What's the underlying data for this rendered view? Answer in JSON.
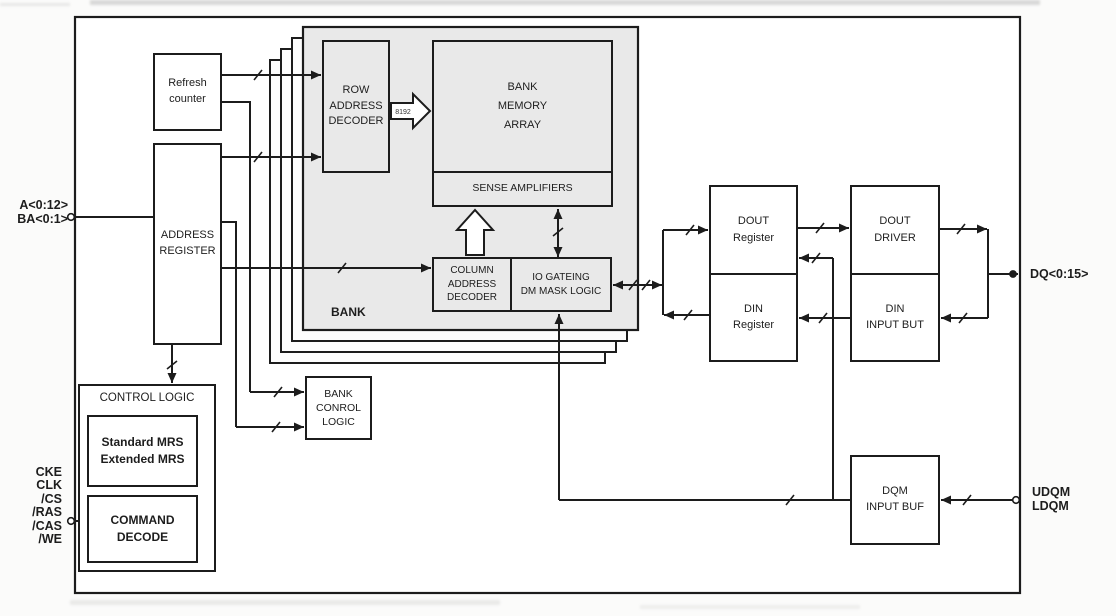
{
  "blocks": {
    "refresh_counter": {
      "lines": [
        "Refresh",
        "counter"
      ]
    },
    "address_register": {
      "lines": [
        "ADDRESS",
        "REGISTER"
      ]
    },
    "control_logic": {
      "title": "CONTROL LOGIC"
    },
    "mrs_block": {
      "lines": [
        "Standard MRS",
        "Extended MRS"
      ]
    },
    "command_decode": {
      "lines": [
        "COMMAND",
        "DECODE"
      ]
    },
    "bank_control_logic": {
      "lines": [
        "BANK",
        "CONROL",
        "LOGIC"
      ]
    },
    "bank": {
      "label": "BANK"
    },
    "row_address_decoder": {
      "lines": [
        "ROW",
        "ADDRESS",
        "DECODER"
      ]
    },
    "bank_memory_array": {
      "lines": [
        "BANK",
        "MEMORY",
        "ARRAY"
      ]
    },
    "sense_amplifiers": {
      "label": "SENSE AMPLIFIERS"
    },
    "column_address_decoder": {
      "lines": [
        "COLUMN",
        "ADDRESS",
        "DECODER"
      ]
    },
    "io_gating": {
      "lines": [
        "IO GATEING",
        "DM MASK LOGIC"
      ]
    },
    "dout_register": {
      "lines": [
        "DOUT",
        "Register"
      ]
    },
    "din_register": {
      "lines": [
        "DIN",
        "Register"
      ]
    },
    "dout_driver": {
      "lines": [
        "DOUT",
        "DRIVER"
      ]
    },
    "din_input_buf": {
      "lines": [
        "DIN",
        "INPUT BUT"
      ]
    },
    "dqm_input_buf": {
      "lines": [
        "DQM",
        "INPUT BUF"
      ]
    }
  },
  "pins": {
    "address_bus": {
      "lines": [
        "A<0:12>",
        "BA<0:1>"
      ]
    },
    "control_signals": {
      "lines": [
        "CKE",
        "CLK",
        "/CS",
        "/RAS",
        "/CAS",
        "/WE"
      ]
    },
    "dq_bus": {
      "label": "DQ<0:15>"
    },
    "dqm_pins": {
      "lines": [
        "UDQM",
        "LDQM"
      ]
    }
  },
  "annotations": {
    "row_fanout": "8192"
  },
  "colors": {
    "line": "#1c1c1c",
    "bank_fill": "#e9e9e9",
    "box_fill": "#ffffff"
  }
}
